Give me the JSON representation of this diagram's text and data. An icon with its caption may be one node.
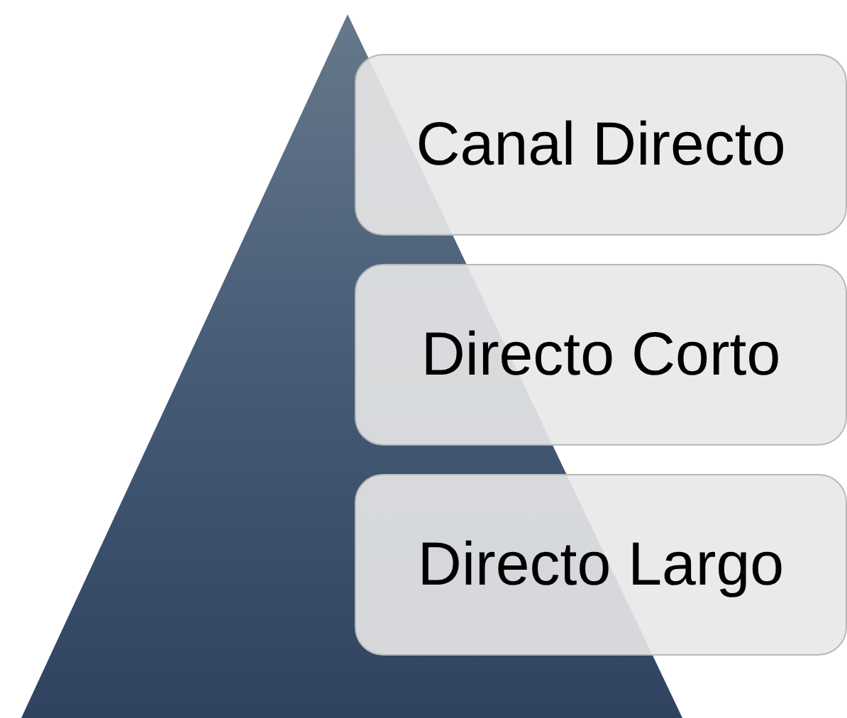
{
  "diagram": {
    "nodes": [
      {
        "text": [],
        "shape": "triangle"
      },
      {
        "text": [
          "Canal Directo"
        ]
      },
      {
        "text": [
          "Directo Corto"
        ]
      },
      {
        "text": [
          "Directo Largo"
        ]
      }
    ],
    "edges": []
  }
}
